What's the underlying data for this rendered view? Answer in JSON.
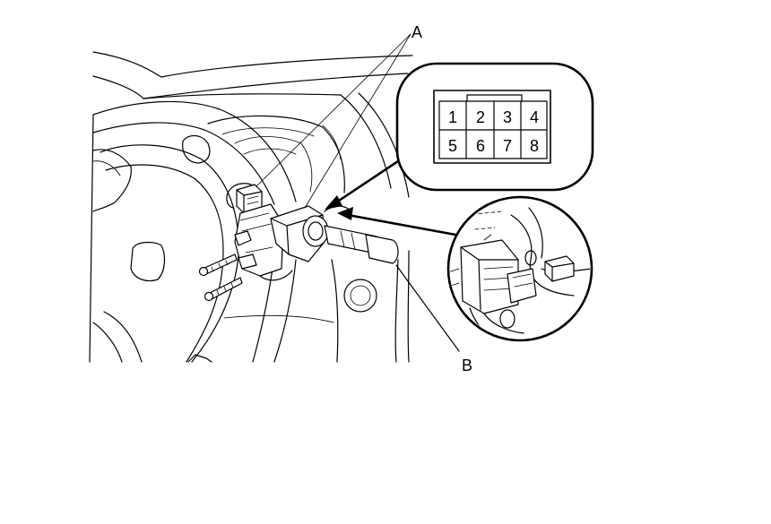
{
  "callouts": {
    "a": "A",
    "b": "B"
  },
  "connector": {
    "terminals": [
      "1",
      "2",
      "3",
      "4",
      "5",
      "6",
      "7",
      "8"
    ]
  }
}
